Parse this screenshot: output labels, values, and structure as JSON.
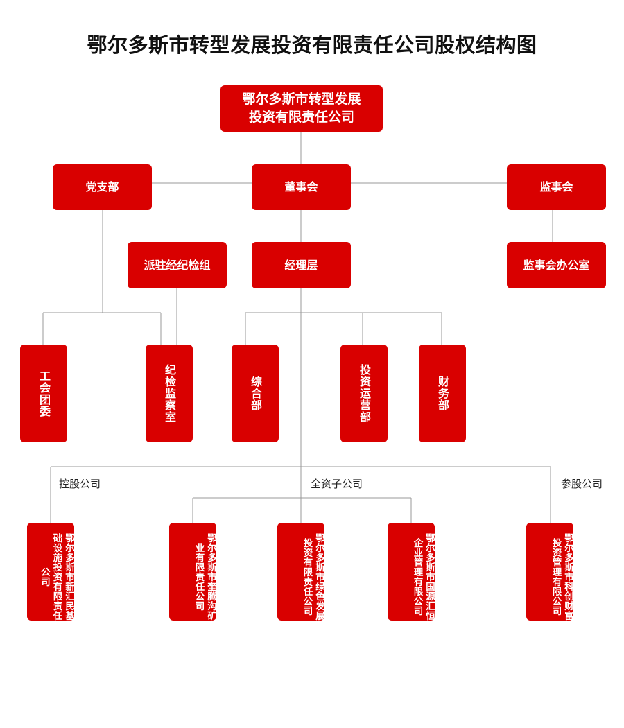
{
  "title": "鄂尔多斯市转型发展投资有限责任公司股权结构图",
  "root": {
    "line1": "鄂尔多斯市转型发展",
    "line2": "投资有限责任公司"
  },
  "level1": {
    "party": "党支部",
    "board": "董事会",
    "supervisors": "监事会"
  },
  "level2": {
    "discipline_group": "派驻经纪检组",
    "management": "经理层",
    "supervisor_office": "监事会办公室"
  },
  "departments": {
    "union": "工会团委",
    "discipline_office": "纪检监察室",
    "general": "综合部",
    "investment_ops": "投资运营部",
    "finance": "财务部"
  },
  "categories": {
    "holding": "控股公司",
    "wholly_owned": "全资子公司",
    "participating": "参股公司"
  },
  "subsidiaries": {
    "xinhuimin": "鄂尔多斯市新汇民基础设施投资有限责任公司",
    "kuitenggou": "鄂尔多斯市奎腾沟矿业有限责任公司",
    "lvsefazhan": "鄂尔多斯市绿色发展投资有限责任公司",
    "guoyuanhuiheng": "鄂尔多斯市国源汇恒企业管理有限公司",
    "kechuangcaifu": "鄂尔多斯市科创财富投资管理有限公司"
  },
  "colors": {
    "box": "#d90000",
    "text": "#ffffff",
    "line": "#999999"
  }
}
